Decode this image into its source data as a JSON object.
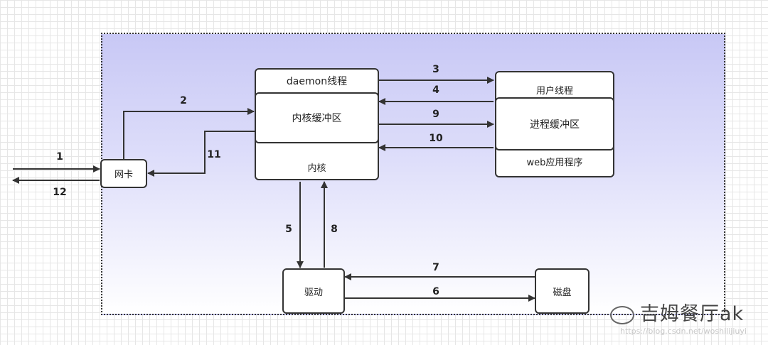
{
  "diagram": {
    "nodes": {
      "daemon": "daemon线程",
      "kernel_buffer": "内核缓冲区",
      "kernel": "内核",
      "user_thread": "用户线程",
      "process_buffer": "进程缓冲区",
      "web_app": "web应用程序",
      "nic": "网卡",
      "driver": "驱动",
      "disk": "磁盘"
    },
    "edges": [
      "1",
      "2",
      "3",
      "4",
      "5",
      "6",
      "7",
      "8",
      "9",
      "10",
      "11",
      "12"
    ],
    "colors": {
      "frame_top": "#c8c8f5",
      "stroke": "#333333"
    }
  },
  "watermark": {
    "text": "吉姆餐厅ak",
    "url": "https://blog.csdn.net/woshilijiuyi"
  }
}
